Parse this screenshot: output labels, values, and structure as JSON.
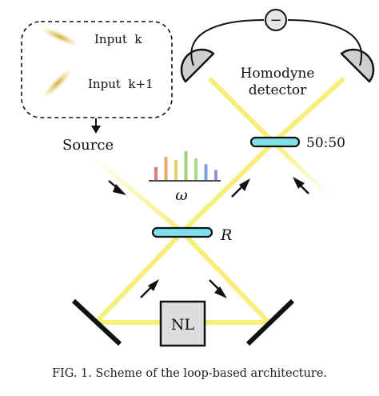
{
  "labels": {
    "input_k": "Input  k",
    "input_k1": "Input  k+1",
    "source": "Source",
    "homodyne_line1": "Homodyne",
    "homodyne_line2": "detector",
    "splitter_5050": "50:50",
    "omega": "ω",
    "reflectivity": "R",
    "nonlinear": "NL",
    "meter_sign": "−"
  },
  "caption": "FIG. 1. Scheme of the loop-based architecture.",
  "spectrum_colors": [
    "#e07b7b",
    "#e8a86a",
    "#e6d36b",
    "#9ed07a",
    "#a9d98a",
    "#7aa7e0",
    "#9b8fd6"
  ],
  "spectrum_levels": [
    0.45,
    0.8,
    0.7,
    1.0,
    0.75,
    0.55,
    0.35
  ],
  "colors": {
    "beam": "#f7ee7c",
    "splitter": "#7fe0ea",
    "pulse": "#d4b640",
    "detector": "#cfcfcf",
    "box": "#dddddd"
  },
  "icons": [
    "arrow-icon",
    "mirror-icon",
    "beam-splitter-icon",
    "detector-icon",
    "meter-icon"
  ]
}
